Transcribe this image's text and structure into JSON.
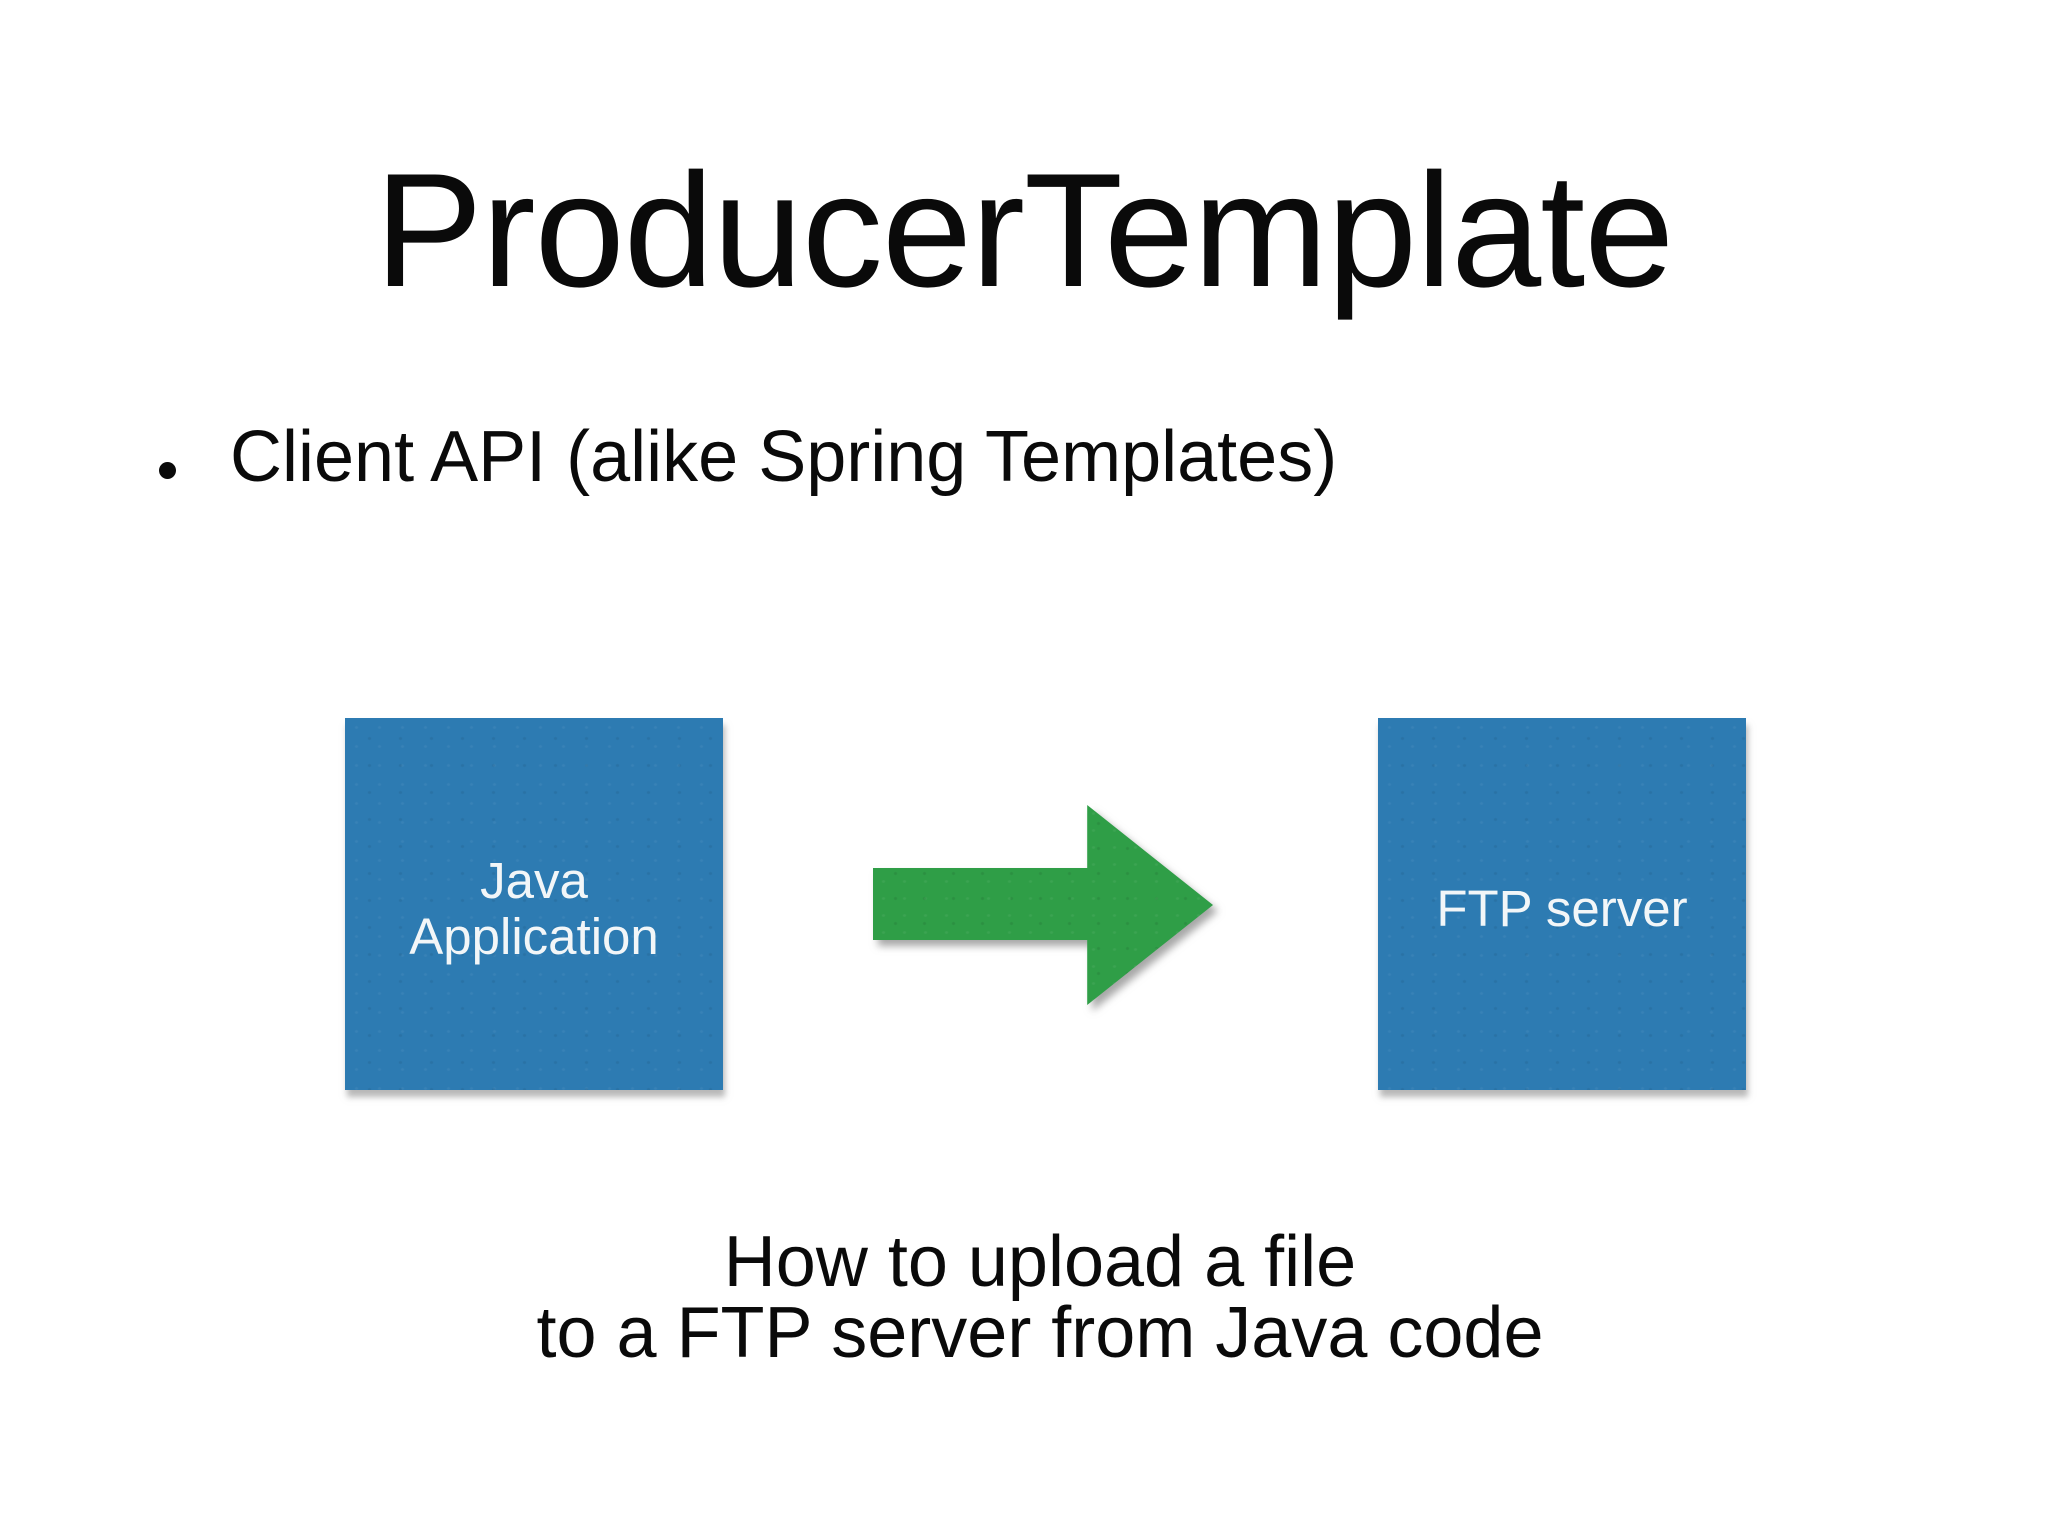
{
  "slide": {
    "title": "ProducerTemplate",
    "bullet": "Client API (alike Spring Templates)",
    "diagram": {
      "source_box_label": "Java\nApplication",
      "target_box_label": "FTP server",
      "arrow_direction": "right"
    },
    "caption": "How to upload a file\nto a FTP server from Java code",
    "colors": {
      "background": "#ffffff",
      "box_blue": "#2d7bb2",
      "arrow_green": "#2f9e47",
      "text_dark": "#0a0a0a",
      "text_light": "#f2f6f8"
    }
  }
}
